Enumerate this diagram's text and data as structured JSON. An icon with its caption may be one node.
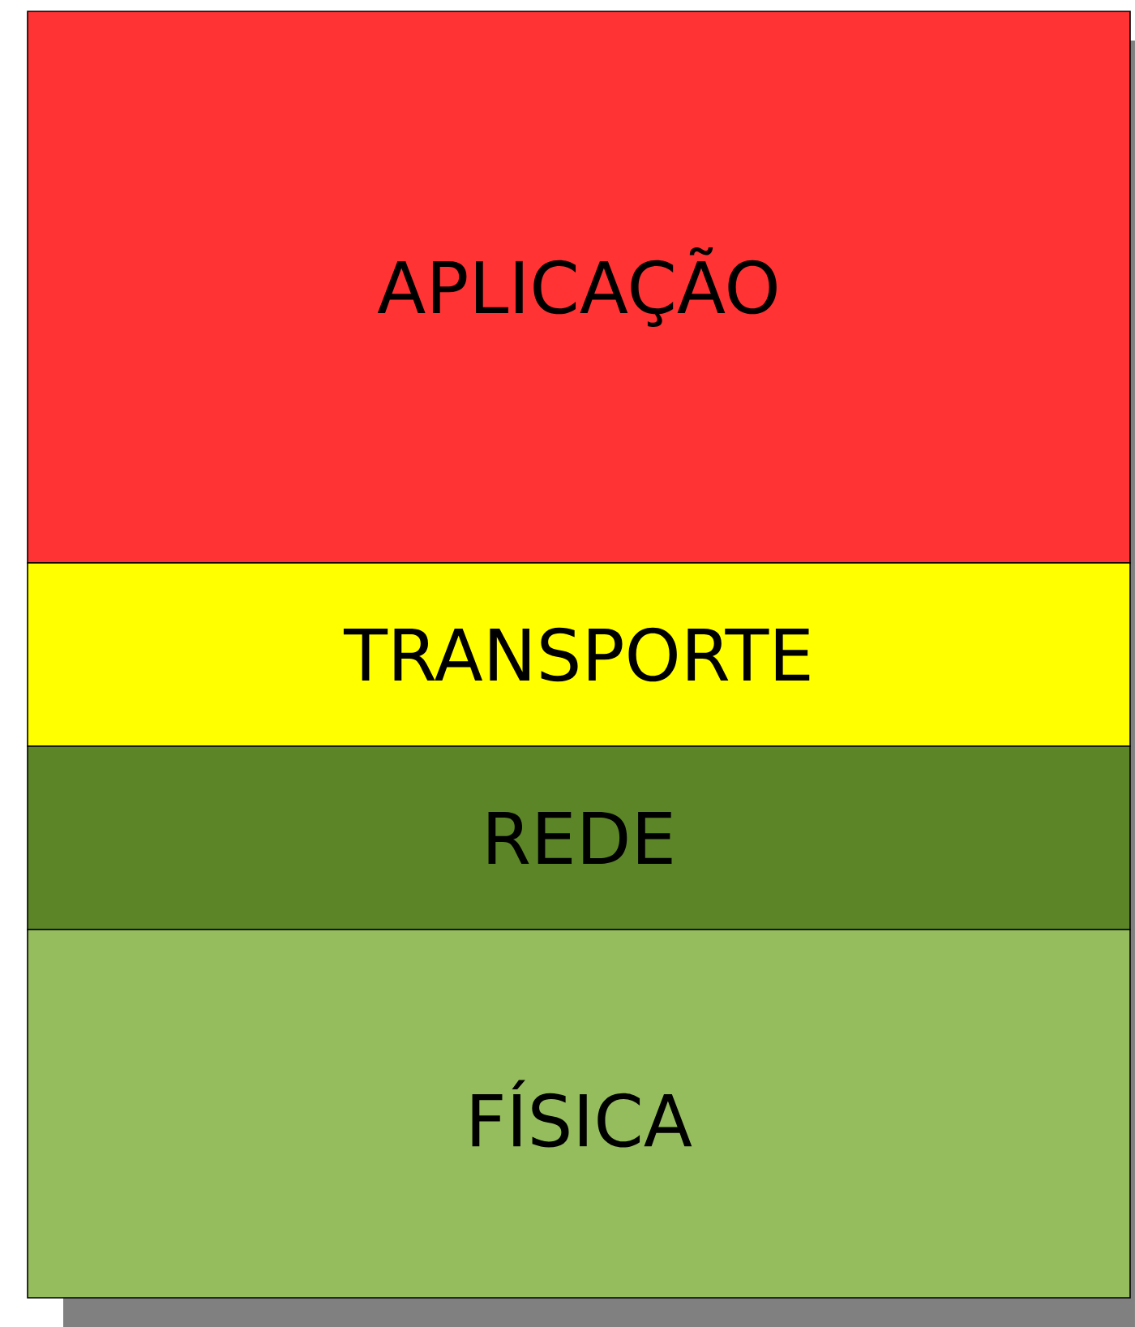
{
  "diagram": {
    "nodes": [
      {
        "text": [
          "APLICAÇÃO"
        ]
      },
      {
        "text": [
          "TRANSPORTE"
        ]
      },
      {
        "text": [
          "REDE"
        ]
      },
      {
        "text": [
          "FÍSICA"
        ]
      }
    ]
  }
}
